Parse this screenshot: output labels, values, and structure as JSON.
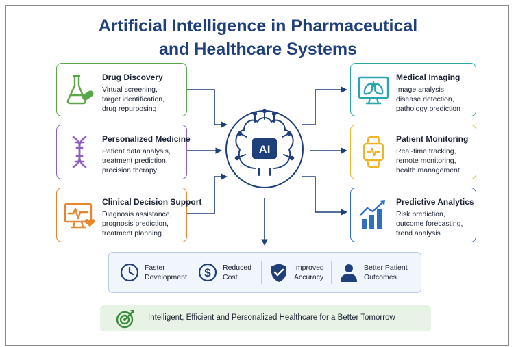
{
  "title": {
    "line1": "Artificial Intelligence in Pharmaceutical",
    "line2": "and Healthcare Systems"
  },
  "center": {
    "label": "AI",
    "icon": "ai-brain-icon"
  },
  "left_cards": [
    {
      "title": "Drug Discovery",
      "desc": "Virtual screening,\ntarget identification,\ndrug repurposing",
      "color": "#5aa64a",
      "icon": "flask-pill-icon"
    },
    {
      "title": "Personalized Medicine",
      "desc": "Patient data analysis,\ntreatment prediction,\nprecision therapy",
      "color": "#8e5cc2",
      "icon": "dna-icon"
    },
    {
      "title": "Clinical Decision Support",
      "desc": "Diagnosis assistance,\nprognosis prediction,\ntreatment planning",
      "color": "#e8862f",
      "icon": "monitor-heart-icon"
    }
  ],
  "right_cards": [
    {
      "title": "Medical Imaging",
      "desc": "Image analysis,\ndisease detection,\npathology prediction",
      "color": "#2aa6ad",
      "icon": "lung-scan-icon"
    },
    {
      "title": "Patient Monitoring",
      "desc": "Real-time tracking,\nremote monitoring,\nhealth management",
      "color": "#f0b429",
      "icon": "smartwatch-icon"
    },
    {
      "title": "Predictive Analytics",
      "desc": "Risk prediction,\noutcome forecasting,\ntrend analysis",
      "color": "#2f6fbf",
      "icon": "bar-chart-trend-icon"
    }
  ],
  "benefits": [
    {
      "label": "Faster\nDevelopment",
      "icon": "clock-icon"
    },
    {
      "label": "Reduced\nCost",
      "icon": "dollar-icon"
    },
    {
      "label": "Improved\nAccuracy",
      "icon": "shield-check-icon"
    },
    {
      "label": "Better Patient\nOutcomes",
      "icon": "person-icon"
    }
  ],
  "footer": {
    "text": "Intelligent, Efficient and Personalized Healthcare for a Better Tomorrow",
    "icon": "target-icon"
  },
  "colors": {
    "navy": "#1f3f7a",
    "green": "#5aa64a",
    "purple": "#8e5cc2",
    "orange": "#e8862f",
    "teal": "#2aa6ad",
    "yellow": "#f0b429",
    "blue": "#2f6fbf"
  }
}
